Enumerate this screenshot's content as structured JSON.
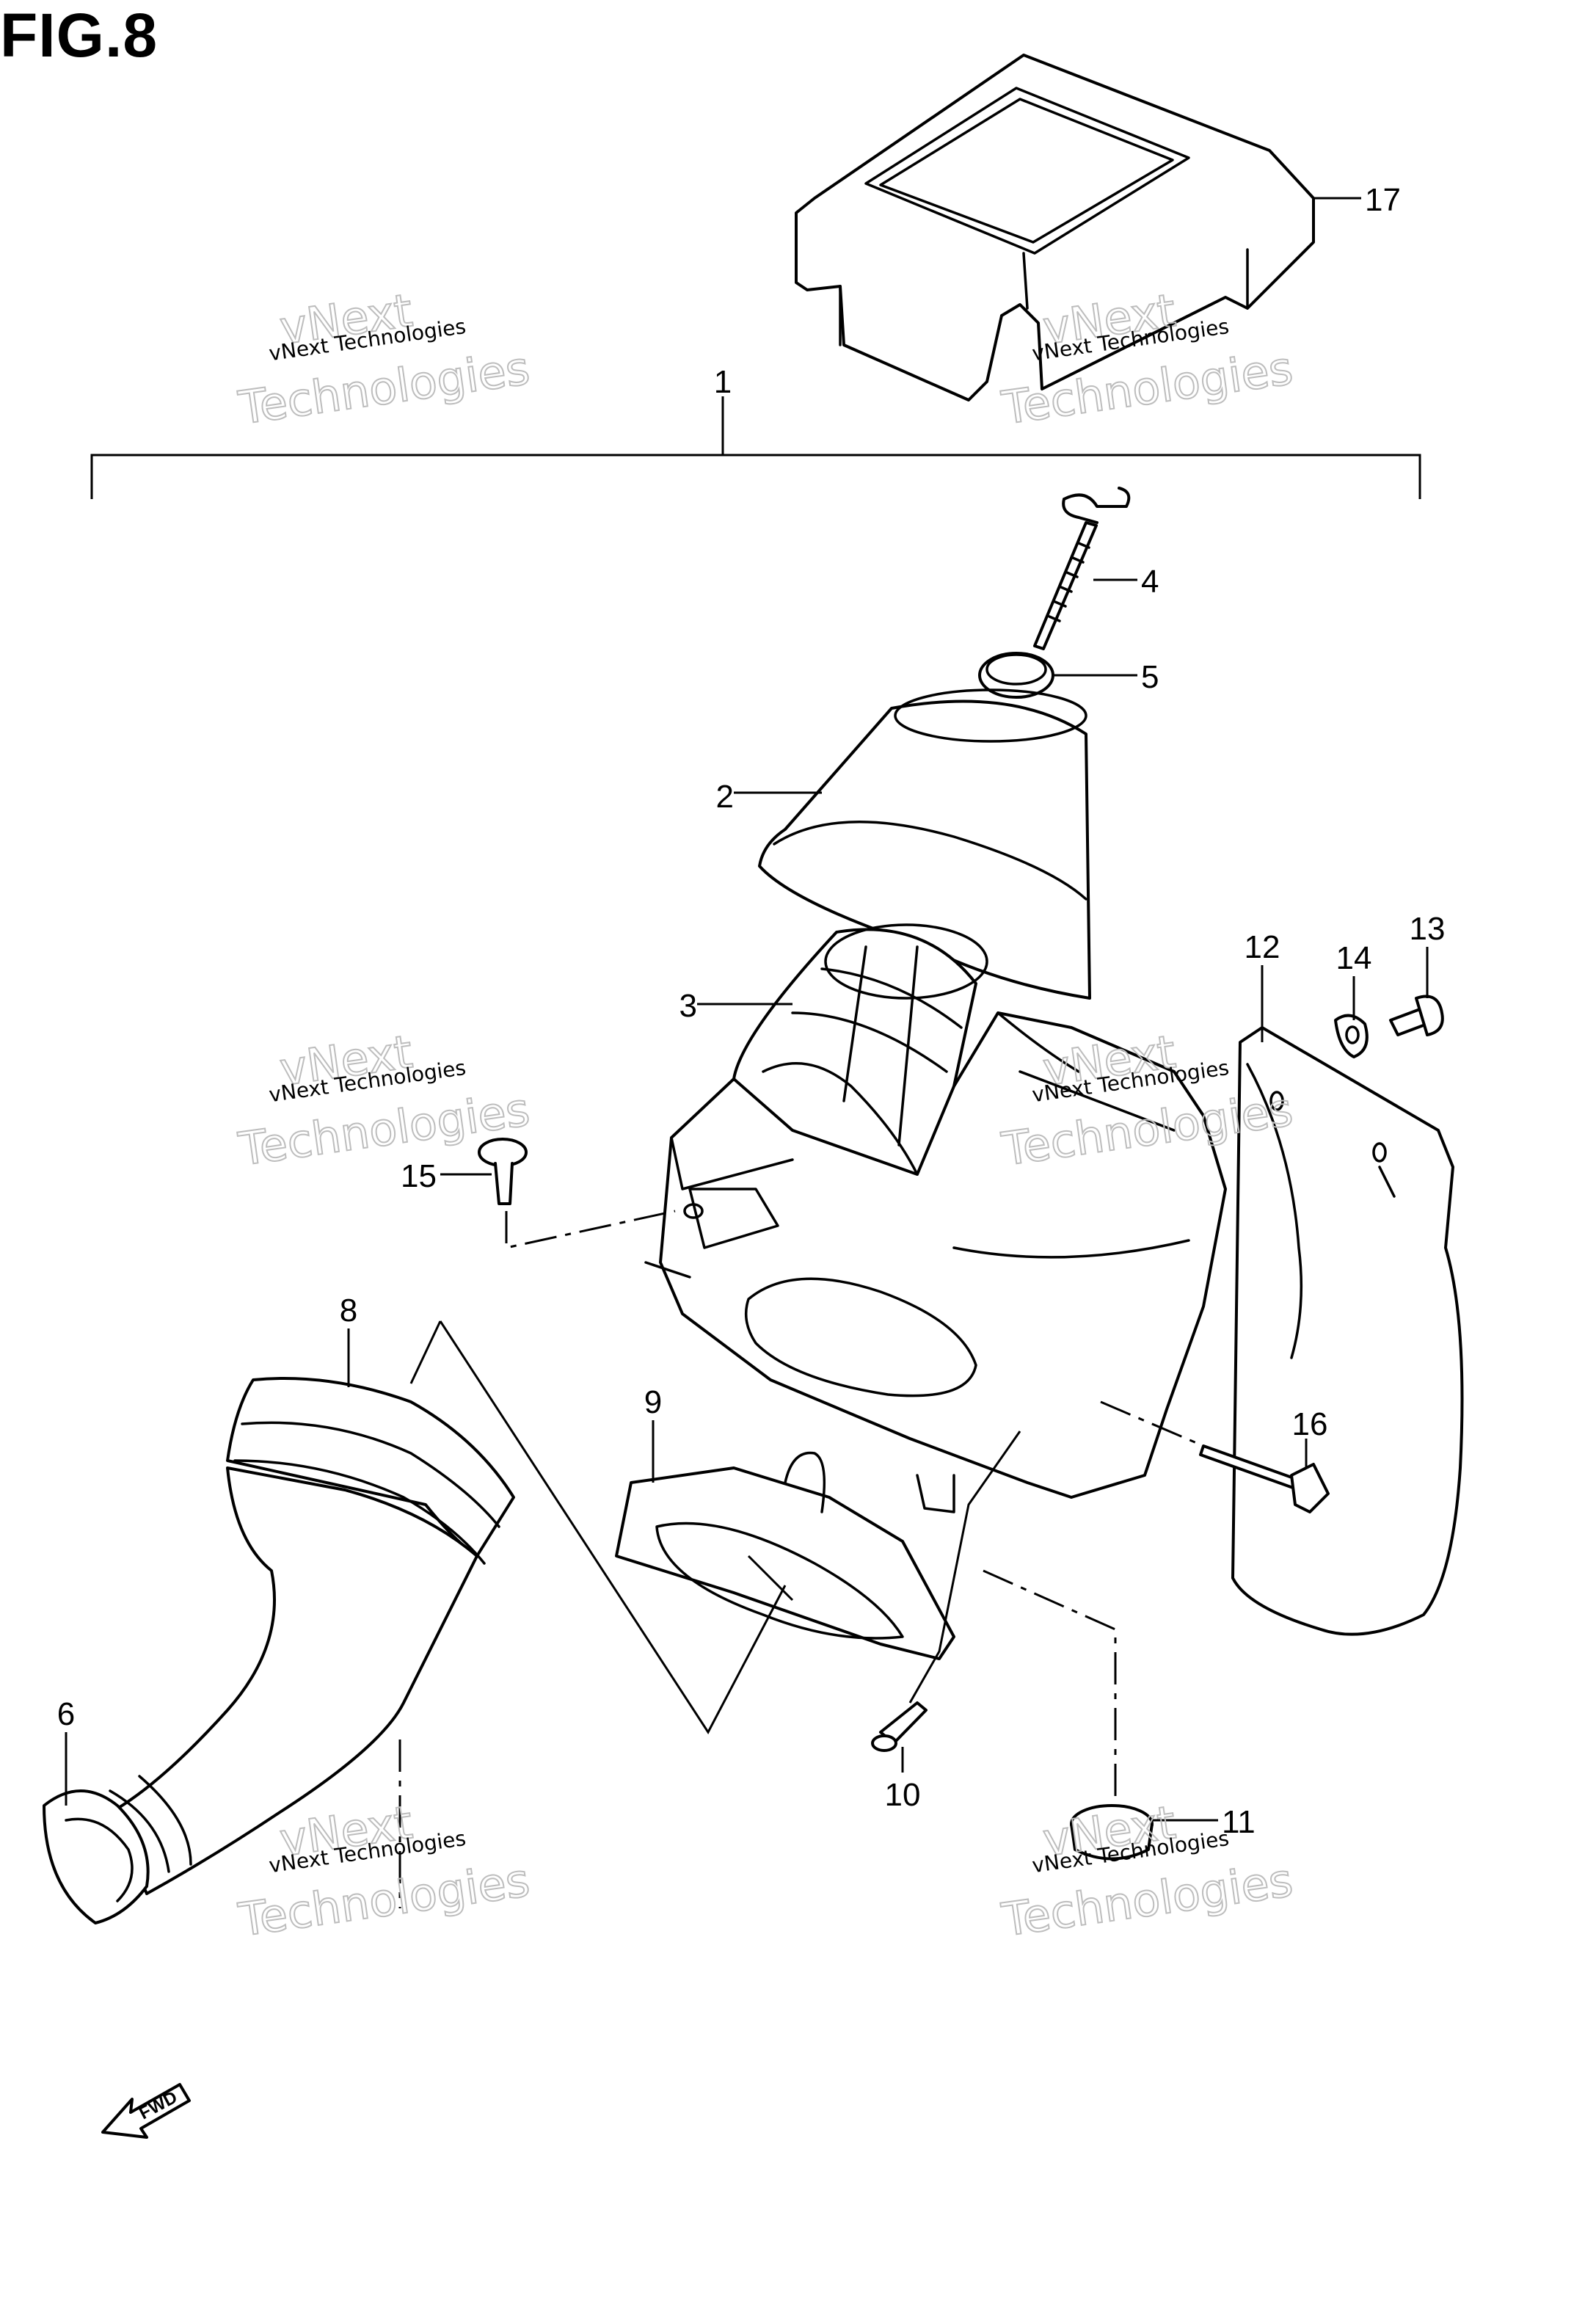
{
  "figure": {
    "title": "FIG.8"
  },
  "callouts": [
    "1",
    "2",
    "3",
    "4",
    "5",
    "6",
    "8",
    "9",
    "10",
    "11",
    "12",
    "13",
    "14",
    "15",
    "16",
    "17"
  ],
  "watermark": {
    "line1": "vNext Technologies",
    "big_top": "vNext",
    "big_bottom": "Technologies"
  },
  "fwd": {
    "label": "FWD"
  },
  "colors": {
    "line": "#000000",
    "watermark": "#bdbdbd",
    "background": "#ffffff"
  }
}
